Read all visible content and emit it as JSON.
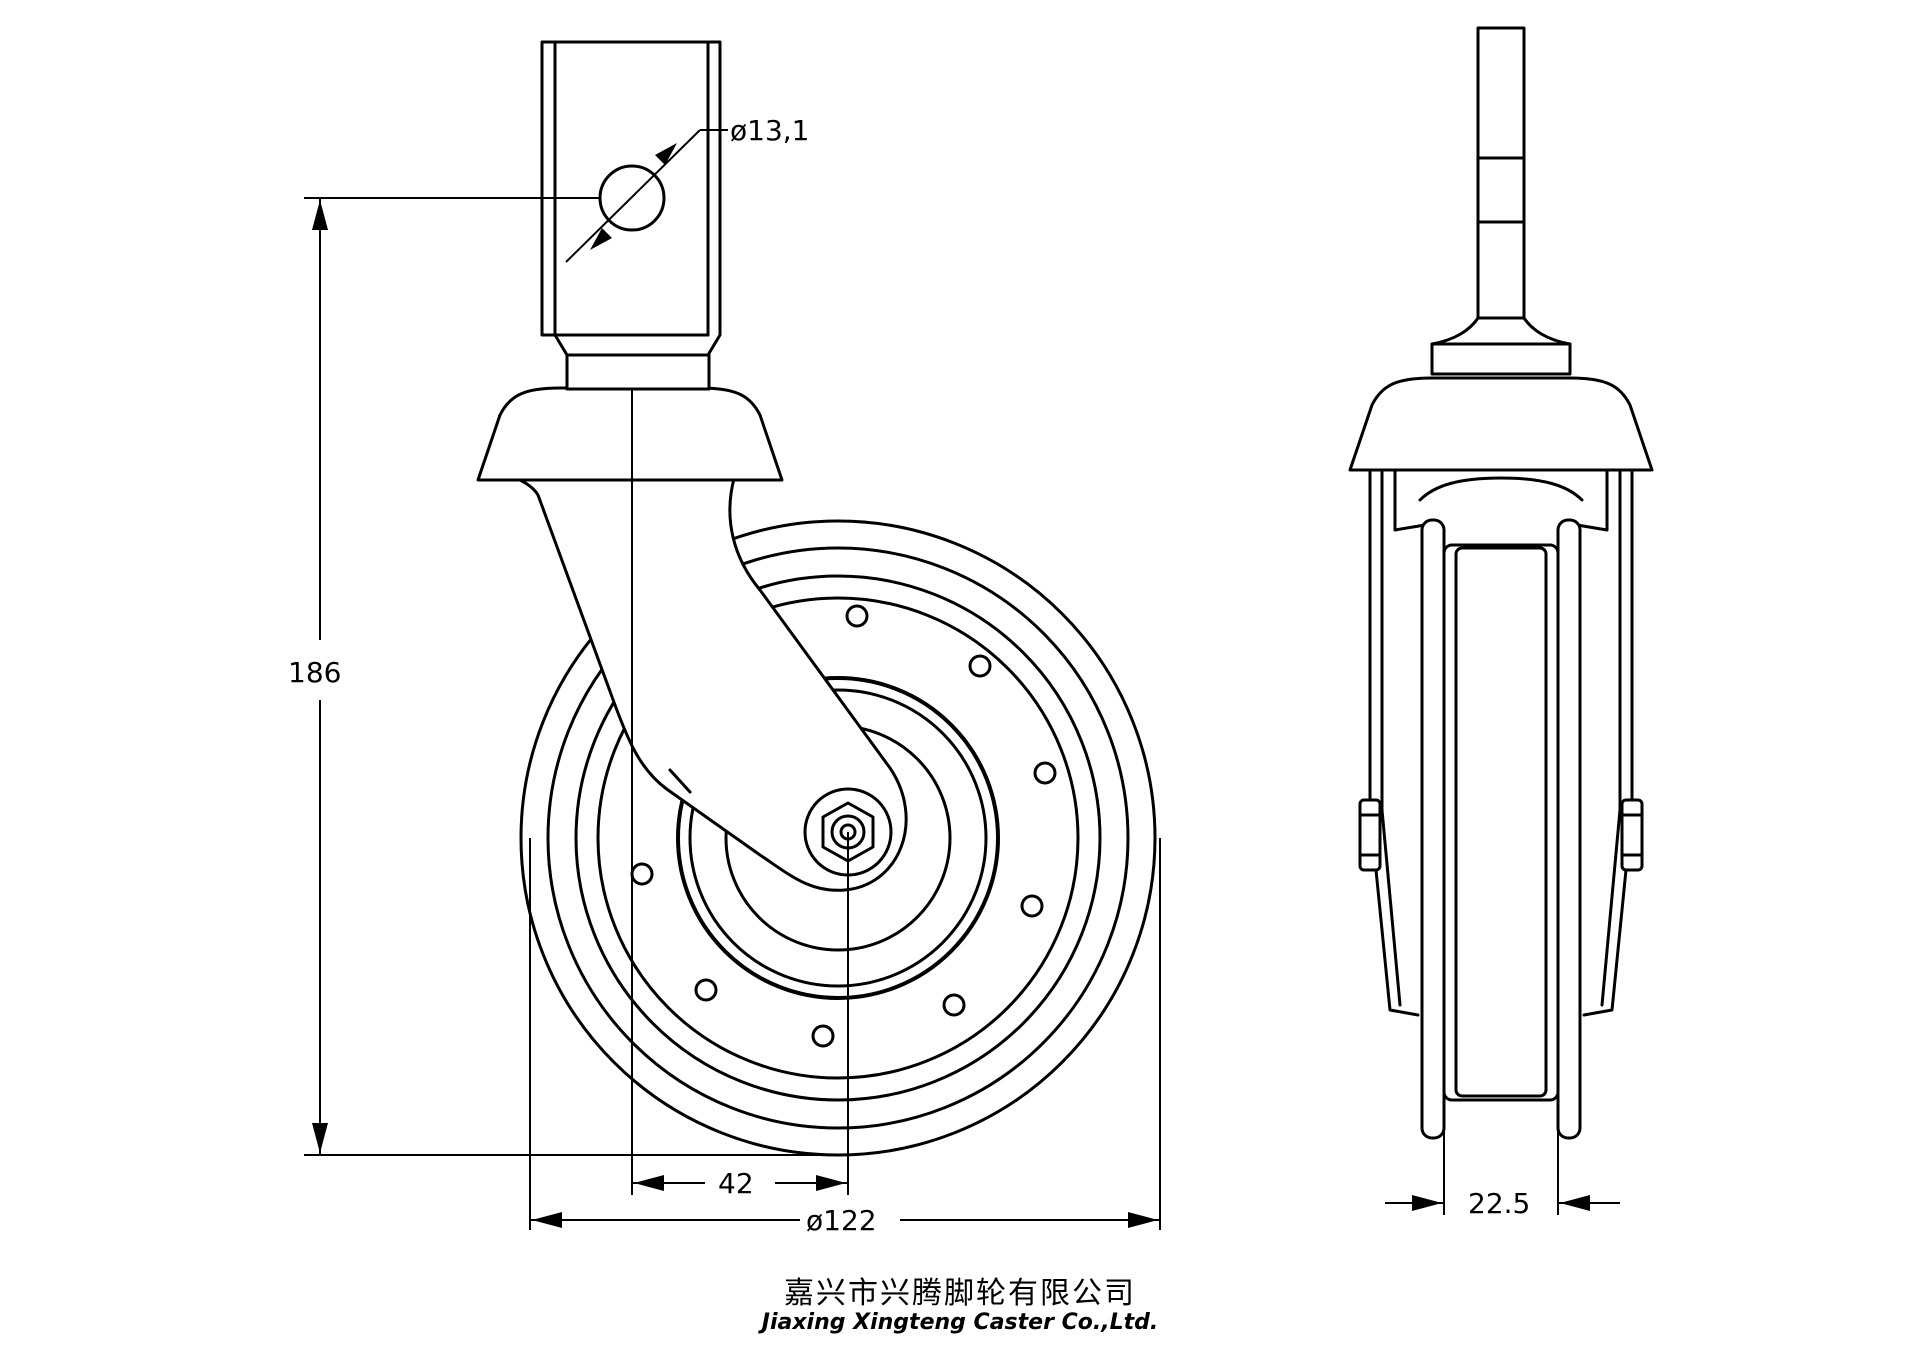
{
  "dimensions": {
    "pin_hole_diameter": "ø13,1",
    "overall_height": "186",
    "offset": "42",
    "wheel_diameter": "ø122",
    "wheel_width": "22.5"
  },
  "footer": {
    "company_cn": "嘉兴市兴腾脚轮有限公司",
    "company_en": "Jiaxing Xingteng Caster Co.,Ltd."
  }
}
